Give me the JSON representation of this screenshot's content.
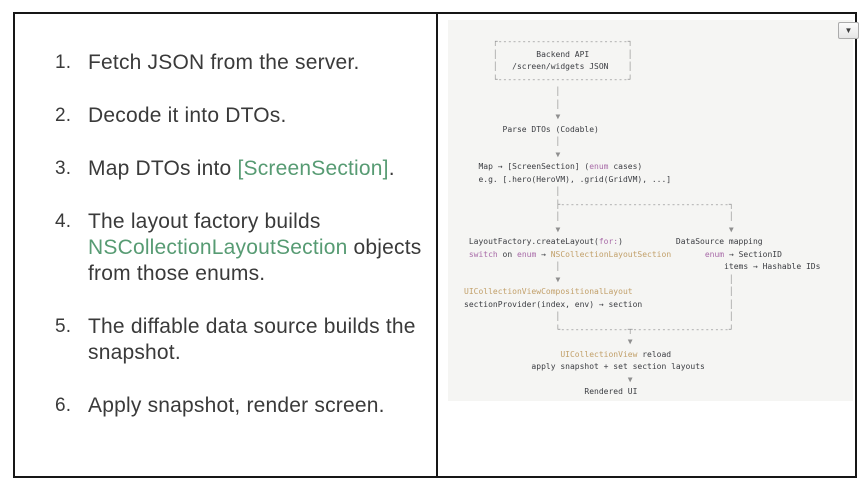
{
  "left_panel": {
    "items": [
      {
        "number": "1.",
        "segments": [
          [
            "",
            "Fetch JSON from the server."
          ]
        ]
      },
      {
        "number": "2.",
        "segments": [
          [
            "",
            "Decode it into DTOs."
          ]
        ]
      },
      {
        "number": "3.",
        "segments": [
          [
            "",
            "Map DTOs into "
          ],
          [
            "green",
            "[ScreenSection]"
          ],
          [
            "",
            "."
          ]
        ]
      },
      {
        "number": "4.",
        "segments": [
          [
            "",
            "The layout factory builds "
          ],
          [
            "green",
            "NSCollectionLayoutSection"
          ],
          [
            "",
            " objects from those enums."
          ]
        ]
      },
      {
        "number": "5.",
        "segments": [
          [
            "",
            "The diffable data source builds the snapshot."
          ]
        ]
      },
      {
        "number": "6.",
        "segments": [
          [
            "",
            "Apply snapshot, render screen."
          ]
        ]
      }
    ]
  },
  "diagram_panel": {
    "collapse_button_icon": "▼",
    "diagram": {
      "lines": [
        [
          [
            "g",
            "      ┌---------------------------┐"
          ]
        ],
        [
          [
            "g",
            "      │"
          ],
          [
            "",
            "        Backend API        "
          ],
          [
            "g",
            "│"
          ]
        ],
        [
          [
            "g",
            "      │"
          ],
          [
            "",
            "   /screen/widgets JSON    "
          ],
          [
            "g",
            "│"
          ]
        ],
        [
          [
            "g",
            "      └---------------------------┘"
          ]
        ],
        [
          [
            "g",
            "                   │"
          ]
        ],
        [
          [
            "g",
            "                   │"
          ]
        ],
        [
          [
            "g",
            "                   ▼"
          ]
        ],
        [
          [
            "",
            "        Parse DTOs (Codable)"
          ]
        ],
        [
          [
            "g",
            "                   │"
          ]
        ],
        [
          [
            "g",
            "                   ▼"
          ]
        ],
        [
          [
            "",
            "   Map → [ScreenSection] ("
          ],
          [
            "k",
            "enum"
          ],
          [
            "",
            " cases)"
          ]
        ],
        [
          [
            "",
            "   e.g. [.hero(HeroVM), .grid(GridVM), ...]"
          ]
        ],
        [
          [
            "g",
            "                   │"
          ]
        ],
        [
          [
            "g",
            "                   ├-----------------------------------┐"
          ]
        ],
        [
          [
            "g",
            "                   │                                   │"
          ]
        ],
        [
          [
            "g",
            "                   ▼                                   ▼"
          ]
        ],
        [
          [
            "",
            " LayoutFactory.createLayout("
          ],
          [
            "k",
            "for:"
          ],
          [
            "",
            ")           DataSource mapping"
          ]
        ],
        [
          [
            "",
            " "
          ],
          [
            "k",
            "switch"
          ],
          [
            "",
            " on "
          ],
          [
            "k",
            "enum"
          ],
          [
            "",
            " → "
          ],
          [
            "t",
            "NSCollectionLayoutSection"
          ],
          [
            "",
            "       "
          ],
          [
            "k",
            "enum"
          ],
          [
            "",
            " → SectionID"
          ]
        ],
        [
          [
            "g",
            "                   │"
          ],
          [
            "",
            "                                  items → Hashable IDs"
          ]
        ],
        [
          [
            "g",
            "                   ▼                                   │"
          ]
        ],
        [
          [
            "t",
            "UICollectionViewCompositionalLayout"
          ],
          [
            "g",
            "                    │"
          ]
        ],
        [
          [
            "",
            "sectionProvider(index, env) → section"
          ],
          [
            "g",
            "                  │"
          ]
        ],
        [
          [
            "g",
            "                   │                                   │"
          ]
        ],
        [
          [
            "g",
            "                   └--------------┬--------------------┘"
          ]
        ],
        [
          [
            "g",
            "                                  ▼"
          ]
        ],
        [
          [
            "",
            "                    "
          ],
          [
            "t",
            "UICollectionView"
          ],
          [
            "",
            " reload"
          ]
        ],
        [
          [
            "",
            "              apply snapshot + set section layouts"
          ]
        ],
        [
          [
            "g",
            "                                  ▼"
          ]
        ],
        [
          [
            "",
            "                         Rendered UI"
          ]
        ]
      ]
    }
  },
  "colors": {
    "accent_green": "#579b73",
    "code_keyword": "#a86ba8",
    "code_type": "#c2a06a",
    "code_text": "#3b3d42",
    "code_line": "#8f8f8f",
    "diagram_bg": "#f5f5f3"
  }
}
